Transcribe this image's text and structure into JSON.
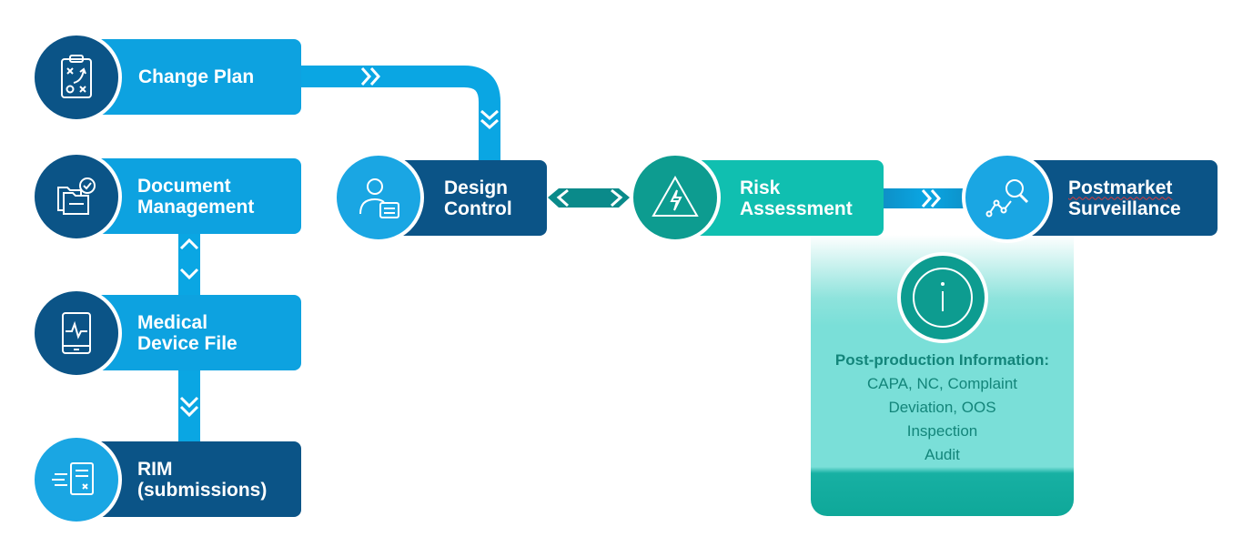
{
  "nodes": {
    "change_plan": {
      "label": "Change Plan",
      "icon": "clipboard-strategy-icon"
    },
    "document_management": {
      "label": "Document\nManagement",
      "icon": "folders-check-icon"
    },
    "medical_device_file": {
      "label": "Medical\nDevice File",
      "icon": "tablet-heartbeat-icon"
    },
    "rim": {
      "label": "RIM\n(submissions)",
      "icon": "document-send-icon"
    },
    "design_control": {
      "label": "Design\nControl",
      "icon": "user-document-icon"
    },
    "risk_assessment": {
      "label": "Risk\nAssessment",
      "icon": "warning-lightning-icon"
    },
    "postmarket_surveillance": {
      "label_line1": "Postmarket",
      "label_line2": "Surveillance",
      "icon": "magnifier-chart-icon"
    }
  },
  "info_panel": {
    "icon": "info-icon",
    "heading": "Post-production Information:",
    "items": [
      "CAPA, NC, Complaint",
      "Deviation, OOS",
      "Inspection",
      "Audit"
    ]
  },
  "colors": {
    "light_blue": "#0da2e0",
    "dark_blue": "#0b5487",
    "teal": "#10bfb0",
    "teal_dark": "#0d9c90",
    "panel": "#7adfd8",
    "panel_text": "#13857a"
  }
}
